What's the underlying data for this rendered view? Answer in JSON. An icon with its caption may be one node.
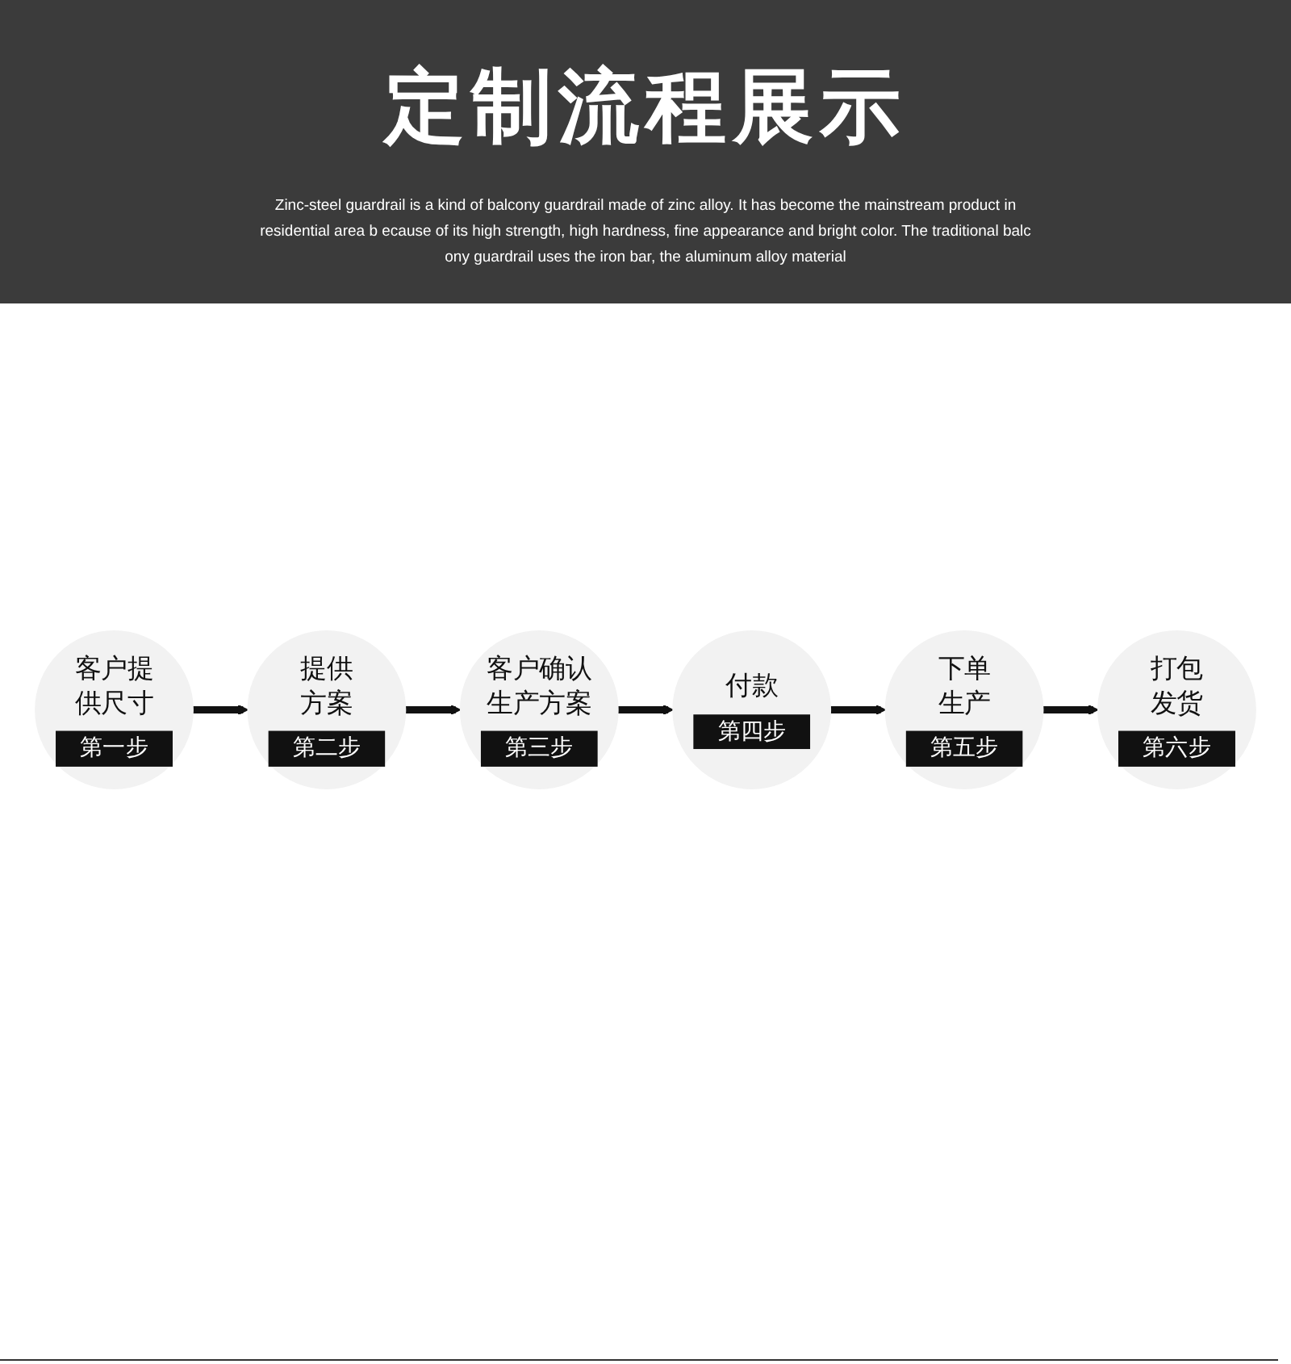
{
  "diagram": {
    "title": "定制流程展示",
    "nodes": [
      {
        "text": [
          "客户提供尺寸",
          "第一步"
        ]
      },
      {
        "text": [
          "提供方案",
          "第二步"
        ]
      },
      {
        "text": [
          "客户确认生产方案",
          "第三步"
        ]
      },
      {
        "text": [
          "付款",
          "第四步"
        ]
      },
      {
        "text": [
          "下单生产",
          "第五步"
        ]
      },
      {
        "text": [
          "打包发货",
          "第六步"
        ]
      }
    ],
    "edges": [
      {
        "from": 0,
        "to": 1,
        "arrow": "to"
      },
      {
        "from": 1,
        "to": 2,
        "arrow": "to"
      },
      {
        "from": 2,
        "to": 3,
        "arrow": "to"
      },
      {
        "from": 3,
        "to": 4,
        "arrow": "to"
      },
      {
        "from": 4,
        "to": 5,
        "arrow": "to"
      }
    ],
    "labels": [
      "Zinc-steel guardrail is a kind of balcony guardrail made of zinc alloy. It has become the mainstream product in residential area b ecause of its high strength, high hardness, fine appearance and bright color. The traditional balc ony guardrail uses the iron bar, the aluminum alloy material"
    ]
  }
}
